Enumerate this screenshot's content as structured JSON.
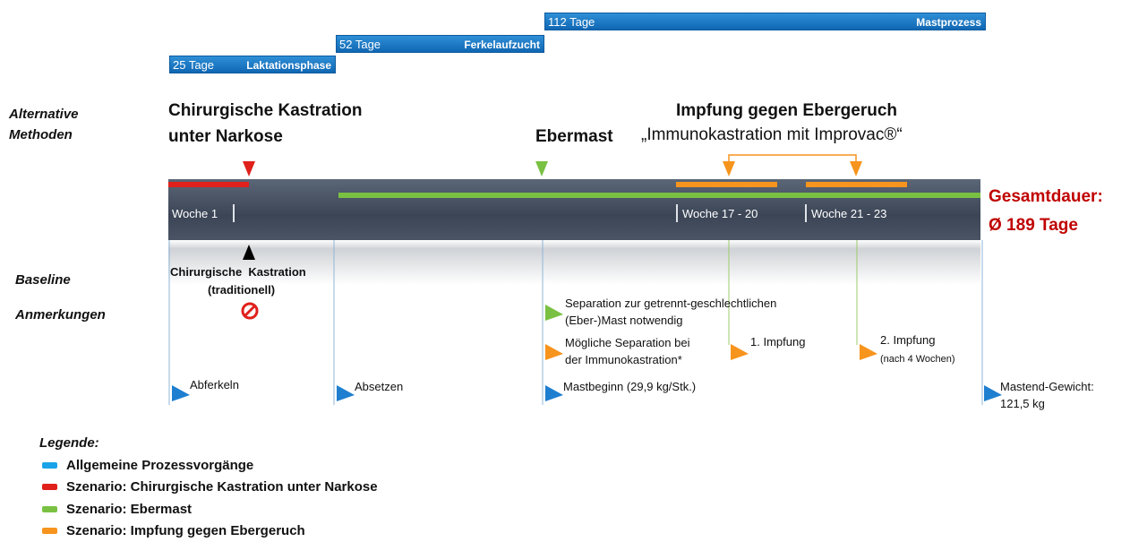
{
  "phases": [
    {
      "days": "25 Tage",
      "name": "Laktationsphase"
    },
    {
      "days": "52 Tage",
      "name": "Ferkelaufzucht"
    },
    {
      "days": "112 Tage",
      "name": "Mastprozess"
    }
  ],
  "side_labels": {
    "alternative": "Alternative",
    "methoden": "Methoden",
    "baseline": "Baseline",
    "anmerkungen": "Anmerkungen"
  },
  "methods": {
    "kastration_line1": "Chirurgische Kastration",
    "kastration_line2": "unter Narkose",
    "ebermast": "Ebermast",
    "impfung_title": "Impfung gegen Ebergeruch",
    "impfung_subtitle": "„Immunokastration mit Improvac®“"
  },
  "weeks": {
    "w1": "Woche 1",
    "w17": "Woche 17 - 20",
    "w21": "Woche 21 - 23"
  },
  "total": {
    "line1": "Gesamtdauer:",
    "line2": "Ø 189 Tage"
  },
  "baseline": {
    "line1": "Chirurgische  Kastration",
    "line2": "(traditionell)"
  },
  "notes": {
    "separation_line1": "Separation zur getrennt-geschlechtlichen",
    "separation_line2": "(Eber-)Mast notwendig",
    "moegliche_line1": "Mögliche Separation bei",
    "moegliche_line2": "der Immunokastration*",
    "impfung1": "1. Impfung",
    "impfung2": "2. Impfung",
    "impfung2_sub": "(nach 4 Wochen)",
    "abferkeln": "Abferkeln",
    "absetzen": "Absetzen",
    "mastbeginn": "Mastbeginn (29,9 kg/Stk.)",
    "mastend_line1": "Mastend-Gewicht:",
    "mastend_line2": "121,5 kg"
  },
  "legend": {
    "title": "Legende:",
    "items": [
      {
        "label": "Allgemeine Prozessvorgänge",
        "color": "#1aa3e8"
      },
      {
        "label": "Szenario: Chirurgische Kastration unter Narkose",
        "color": "#e0201b"
      },
      {
        "label": "Szenario: Ebermast",
        "color": "#7ac143"
      },
      {
        "label": "Szenario: Impfung gegen Ebergeruch",
        "color": "#f7941d"
      }
    ]
  },
  "colors": {
    "blue": "#1e7fd0",
    "red": "#e0201b",
    "green": "#7ac143",
    "orange": "#f7941d",
    "total_red": "#c00000"
  }
}
